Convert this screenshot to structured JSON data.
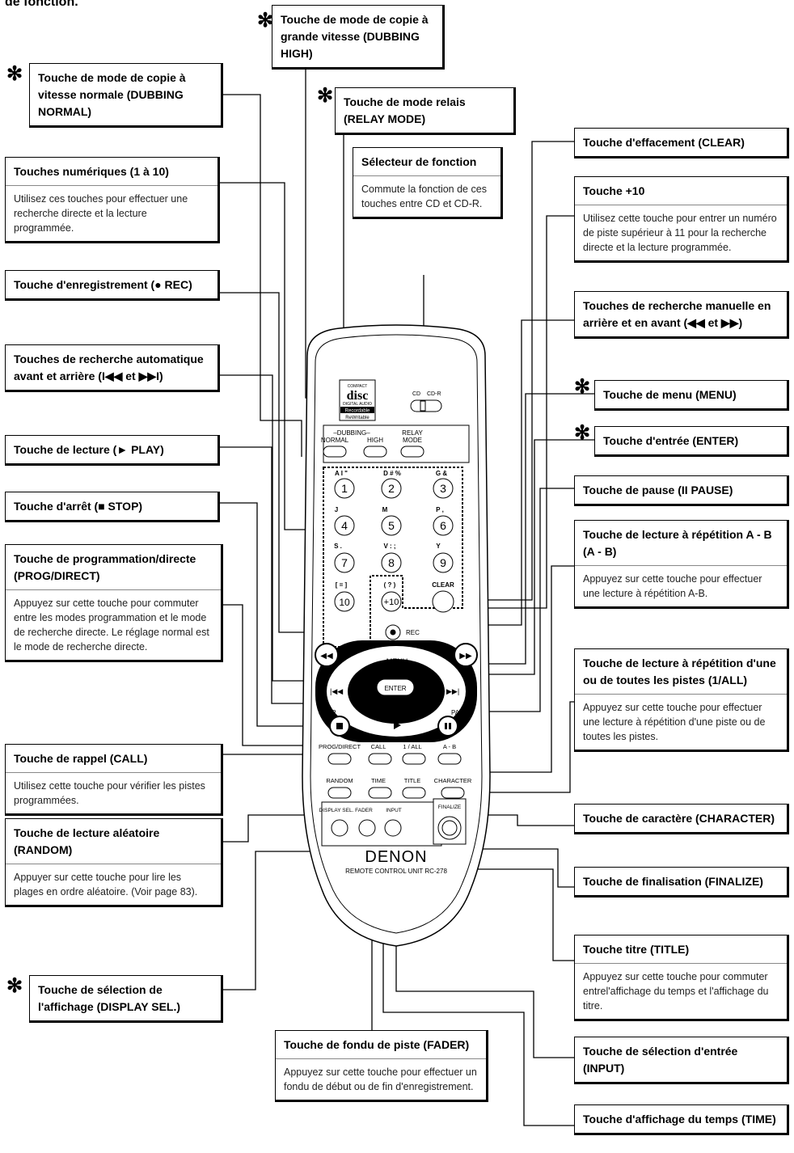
{
  "page_title": "de fonction.",
  "star_symbol": "✻",
  "callouts": {
    "dubbing_high": {
      "title": "Touche de mode de copie à grande vitesse (DUBBING HIGH)"
    },
    "dubbing_normal": {
      "title": "Touche de mode de copie à vitesse normale (DUBBING NORMAL)"
    },
    "relay_mode": {
      "title": "Touche de mode relais (RELAY MODE)"
    },
    "clear": {
      "title": "Touche d'effacement (CLEAR)"
    },
    "function_selector": {
      "title": "Sélecteur de fonction",
      "desc": "Commute la fonction de ces touches entre CD et CD-R."
    },
    "numeric": {
      "title": "Touches numériques (1 à 10)",
      "desc": "Utilisez ces touches pour effectuer une recherche directe et la lecture programmée."
    },
    "plus10": {
      "title": "Touche +10",
      "desc": "Utilisez cette touche pour entrer un numéro de piste supérieur à 11 pour la recherche directe et la lecture programmée."
    },
    "rec": {
      "title": "Touche d'enregistrement (● REC)"
    },
    "manual_search": {
      "title": "Touches de recherche manuelle en arrière et en avant (◀◀ et ▶▶)"
    },
    "auto_search": {
      "title": "Touches de recherche automatique avant et arrière (I◀◀ et ▶▶I)"
    },
    "menu": {
      "title": "Touche de menu (MENU)"
    },
    "play": {
      "title": "Touche de lecture (► PLAY)"
    },
    "enter": {
      "title": "Touche d'entrée (ENTER)"
    },
    "stop": {
      "title": "Touche d'arrêt (■ STOP)"
    },
    "pause": {
      "title": "Touche de pause (II PAUSE)"
    },
    "prog_direct": {
      "title": "Touche de programmation/directe (PROG/DIRECT)",
      "desc": "Appuyez sur cette touche pour commuter entre les modes programmation et le mode de recherche directe. Le réglage normal est le mode de recherche directe."
    },
    "ab": {
      "title": "Touche de lecture à répétition A - B (A - B)",
      "desc": "Appuyez sur cette touche pour effectuer une lecture à répétition A-B."
    },
    "repeat": {
      "title": "Touche de lecture à répétition d'une ou de toutes les pistes (1/ALL)",
      "desc": "Appuyez sur cette touche pour effectuer une lecture à répétition d'une piste ou de toutes les pistes."
    },
    "call": {
      "title": "Touche de rappel (CALL)",
      "desc": "Utilisez cette touche pour vérifier les pistes programmées."
    },
    "character": {
      "title": "Touche de caractère (CHARACTER)"
    },
    "random": {
      "title": "Touche de lecture aléatoire (RANDOM)",
      "desc": "Appuyer sur cette touche pour lire les plages en ordre aléatoire. (Voir page 83)."
    },
    "finalize": {
      "title": "Touche de finalisation (FINALIZE)"
    },
    "title_key": {
      "title": "Touche titre (TITLE)",
      "desc": "Appuyez sur cette touche pour commuter entrel'affichage du temps et l'affichage du titre."
    },
    "display_sel": {
      "title": "Touche de sélection de l'affichage (DISPLAY SEL.)"
    },
    "fader": {
      "title": "Touche de fondu de piste (FADER)",
      "desc": "Appuyez sur cette touche pour effectuer un fondu de début ou de fin d'enregistrement."
    },
    "input": {
      "title": "Touche de sélection d'entrée (INPUT)"
    },
    "time": {
      "title": "Touche d'affichage du temps (TIME)"
    }
  },
  "remote": {
    "logo_lines": [
      "COMPACT",
      "disc",
      "DIGITAL AUDIO",
      "Recordable",
      "ReWritable"
    ],
    "switch_cd": "CD",
    "switch_cdr": "CD-R",
    "dubbing_label": "–DUBBING–",
    "normal": "NORMAL",
    "high": "HIGH",
    "relay": "RELAY",
    "mode": "MODE",
    "keys": [
      {
        "num": "1",
        "letters": "A I \""
      },
      {
        "num": "2",
        "letters": "D # %"
      },
      {
        "num": "3",
        "letters": "G &"
      },
      {
        "num": "4",
        "letters": "J"
      },
      {
        "num": "5",
        "letters": "M"
      },
      {
        "num": "6",
        "letters": "P ,"
      },
      {
        "num": "7",
        "letters": "S ."
      },
      {
        "num": "8",
        "letters": "V : ;"
      },
      {
        "num": "9",
        "letters": "Y"
      },
      {
        "num": "10",
        "letters": "[ = ]"
      },
      {
        "num": "+10",
        "letters": "( ? )"
      }
    ],
    "clear": "CLEAR",
    "rec": "REC",
    "menu": "MENU",
    "enter": "ENTER",
    "play": "PLAY",
    "stop": "STOP",
    "pause": "PAUSE",
    "prog_direct": "PROG/DIRECT",
    "call": "CALL",
    "one_all": "1 / ALL",
    "ab": "A - B",
    "random": "RANDOM",
    "time": "TIME",
    "title": "TITLE",
    "character": "CHARACTER",
    "display_sel": "DISPLAY SEL.",
    "fader": "FADER",
    "input": "INPUT",
    "finalize": "FINALIZE",
    "brand": "DENON",
    "model": "REMOTE CONTROL UNIT RC-278"
  }
}
